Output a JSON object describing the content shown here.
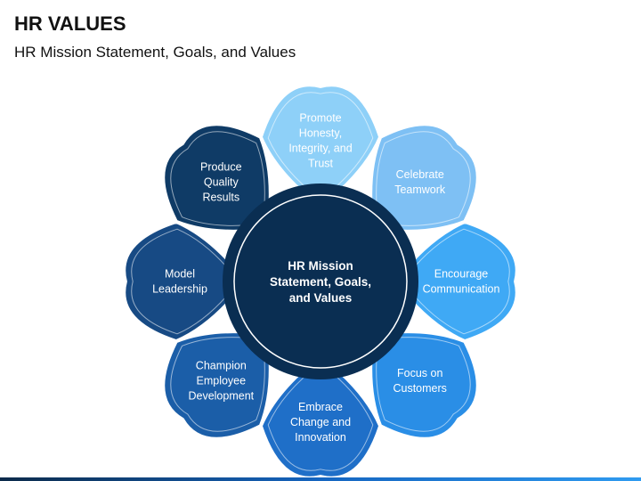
{
  "slide": {
    "title": "HR VALUES",
    "subtitle": "HR Mission Statement, Goals, and Values"
  },
  "diagram": {
    "center": {
      "lines": [
        "HR Mission",
        "Statement, Goals,",
        "and Values"
      ],
      "color": "#0a2e52"
    },
    "petals": [
      {
        "lines": [
          "Promote",
          "Honesty,",
          "Integrity, and",
          "Trust"
        ],
        "color": "#8ed0f8"
      },
      {
        "lines": [
          "Celebrate",
          "Teamwork"
        ],
        "color": "#7ec0f4"
      },
      {
        "lines": [
          "Encourage",
          "Communication"
        ],
        "color": "#3fa9f5"
      },
      {
        "lines": [
          "Focus on",
          "Customers"
        ],
        "color": "#2a8ee6"
      },
      {
        "lines": [
          "Embrace",
          "Change and",
          "Innovation"
        ],
        "color": "#1f6fc8"
      },
      {
        "lines": [
          "Champion",
          "Employee",
          "Development"
        ],
        "color": "#1b5ea8"
      },
      {
        "lines": [
          "Model",
          "Leadership"
        ],
        "color": "#174a84"
      },
      {
        "lines": [
          "Produce",
          "Quality",
          "Results"
        ],
        "color": "#0f3b66"
      }
    ]
  },
  "colors": {
    "petal_stroke": "#ffffff",
    "title_text": "#111111"
  }
}
